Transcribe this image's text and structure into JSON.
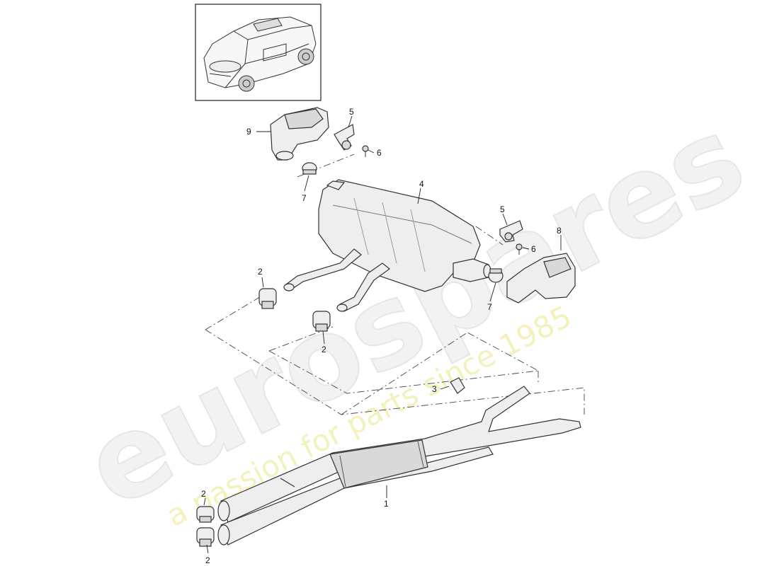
{
  "watermark": {
    "brand": "eurospares",
    "tagline": "a passion for parts since 1985"
  },
  "callouts": {
    "p1": "1",
    "p2a": "2",
    "p2b": "2",
    "p2c": "2",
    "p2d": "2",
    "p3": "3",
    "p4": "4",
    "p5a": "5",
    "p5b": "5",
    "p6a": "6",
    "p6b": "6",
    "p7a": "7",
    "p7b": "7",
    "p8": "8",
    "p9": "9"
  }
}
